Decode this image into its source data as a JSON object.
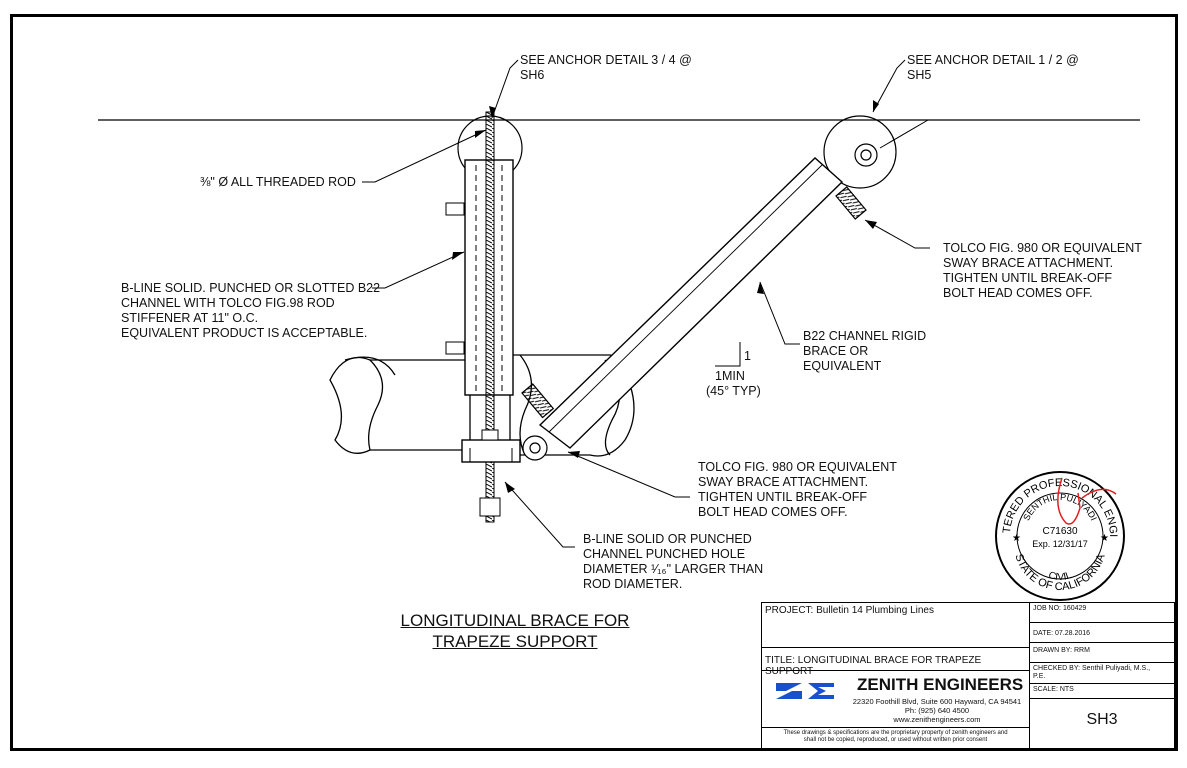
{
  "notes": {
    "anchor_left": "SEE ANCHOR DETAIL 3 / 4 @\nSH6",
    "anchor_right": "SEE ANCHOR DETAIL 1 / 2 @\nSH5",
    "threaded_rod": "⅜\" Ø ALL THREADED ROD",
    "bline_channel": "B-LINE SOLID. PUNCHED OR SLOTTED B22\nCHANNEL WITH TOLCO FIG.98 ROD\nSTIFFENER AT 11\" O.C.\nEQUIVALENT PRODUCT IS ACCEPTABLE.",
    "tolco_upper": "TOLCO FIG. 980 OR EQUIVALENT\nSWAY BRACE ATTACHMENT.\nTIGHTEN UNTIL BREAK-OFF\nBOLT HEAD COMES OFF.",
    "b22_brace": "B22 CHANNEL RIGID\nBRACE OR\nEQUIVALENT",
    "slope_rise": "1",
    "slope_run": "1MIN",
    "slope_angle": "(45° TYP)",
    "tolco_lower": "TOLCO FIG. 980 OR EQUIVALENT\nSWAY BRACE ATTACHMENT.\nTIGHTEN UNTIL BREAK-OFF\nBOLT HEAD COMES OFF.",
    "bline_hole": "B-LINE SOLID OR PUNCHED\nCHANNEL PUNCHED HOLE\nDIAMETER ¹⁄₁₆\" LARGER THAN\nROD DIAMETER."
  },
  "drawing_title": [
    "LONGITUDINAL BRACE FOR",
    "TRAPEZE SUPPORT"
  ],
  "stamp": {
    "ring_text": "REGISTERED PROFESSIONAL ENGINEER",
    "name": "SENTHIL PULIYADI",
    "number": "C71630",
    "expiry": "Exp. 12/31/17",
    "discipline": "CIVIL",
    "state": "STATE OF CALIFORNIA"
  },
  "title_block": {
    "project": "PROJECT: Bulletin 14 Plumbing Lines",
    "title": "TITLE: LONGITUDINAL BRACE FOR TRAPEZE  SUPPORT",
    "company": "ZENITH ENGINEERS",
    "address": "22320 Foothill Blvd, Suite 600 Hayward, CA 94541",
    "phone": "Ph: (925) 640 4500",
    "website": "www.zenithengineers.com",
    "disclaimer": "These drawings & specifications are the proprietary property of zenith engineers and\nshall not be copied, reproduced, or used without written prior consent",
    "job_no": "JOB NO: 160429",
    "date": "DATE: 07.28.2016",
    "drawn_by": "DRAWN BY: RRM",
    "checked_by": "CHECKED BY: Senthil Puliyadi, M.S.,\nP.E.",
    "scale": "SCALE: NTS",
    "sheet": "SH3"
  },
  "colors": {
    "logo_blue": "#1a4fd0",
    "signature_red": "#e02020"
  }
}
